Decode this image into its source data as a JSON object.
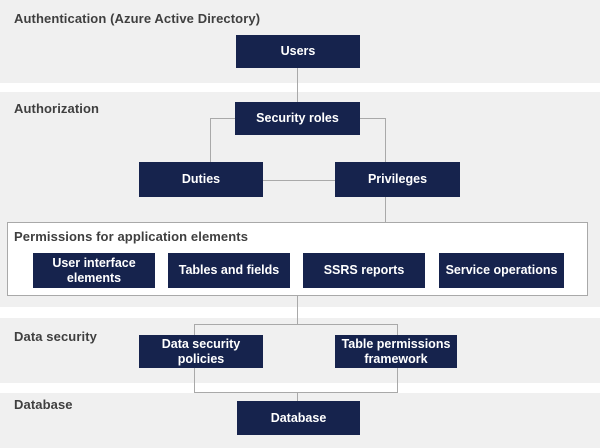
{
  "sections": {
    "authentication": {
      "label": "Authentication (Azure Active Directory)"
    },
    "authorization": {
      "label": "Authorization"
    },
    "permissions": {
      "label": "Permissions for application elements"
    },
    "data_security": {
      "label": "Data security"
    },
    "database": {
      "label": "Database"
    }
  },
  "nodes": {
    "users": {
      "label": "Users"
    },
    "security_roles": {
      "label": "Security roles"
    },
    "duties": {
      "label": "Duties"
    },
    "privileges": {
      "label": "Privileges"
    },
    "user_interface_elements": {
      "label": "User interface elements"
    },
    "tables_and_fields": {
      "label": "Tables and fields"
    },
    "ssrs_reports": {
      "label": "SSRS reports"
    },
    "service_operations": {
      "label": "Service operations"
    },
    "data_security_policies": {
      "label": "Data security policies"
    },
    "table_permissions_framework": {
      "label": "Table permissions framework"
    },
    "database": {
      "label": "Database"
    }
  },
  "colors": {
    "band_background": "#f0f0f0",
    "page_background": "#ffffff",
    "node_background": "#16234d",
    "node_text": "#ffffff",
    "section_label_text": "#3f3f3f",
    "connector_line": "#a9a9a9",
    "permissions_box_border": "#a9a9a9",
    "permissions_box_background": "#ffffff"
  }
}
